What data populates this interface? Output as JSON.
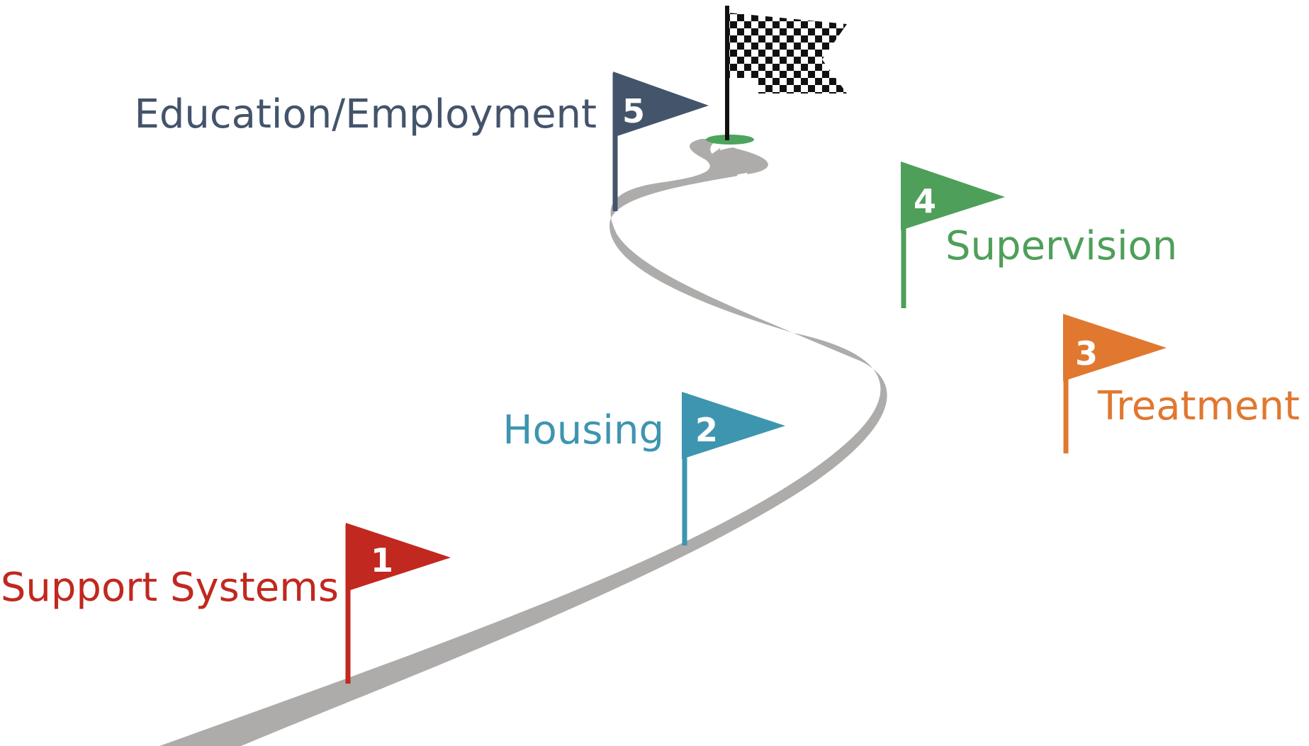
{
  "colors": {
    "road": "#aeacaa",
    "road_marking": "#ffffff",
    "finish_mound": "#4ea45c",
    "pole_dark": "#111111"
  },
  "finish_flag": {
    "icon": "checkered-flag-icon"
  },
  "milestones": [
    {
      "number": "1",
      "label": "Support Systems",
      "color": "#c1281f"
    },
    {
      "number": "2",
      "label": "Housing",
      "color": "#3e95b0"
    },
    {
      "number": "3",
      "label": "Treatment",
      "color": "#e07830"
    },
    {
      "number": "4",
      "label": "Supervision",
      "color": "#4e9f5a"
    },
    {
      "number": "5",
      "label": "Education/Employment",
      "color": "#43546b"
    }
  ]
}
